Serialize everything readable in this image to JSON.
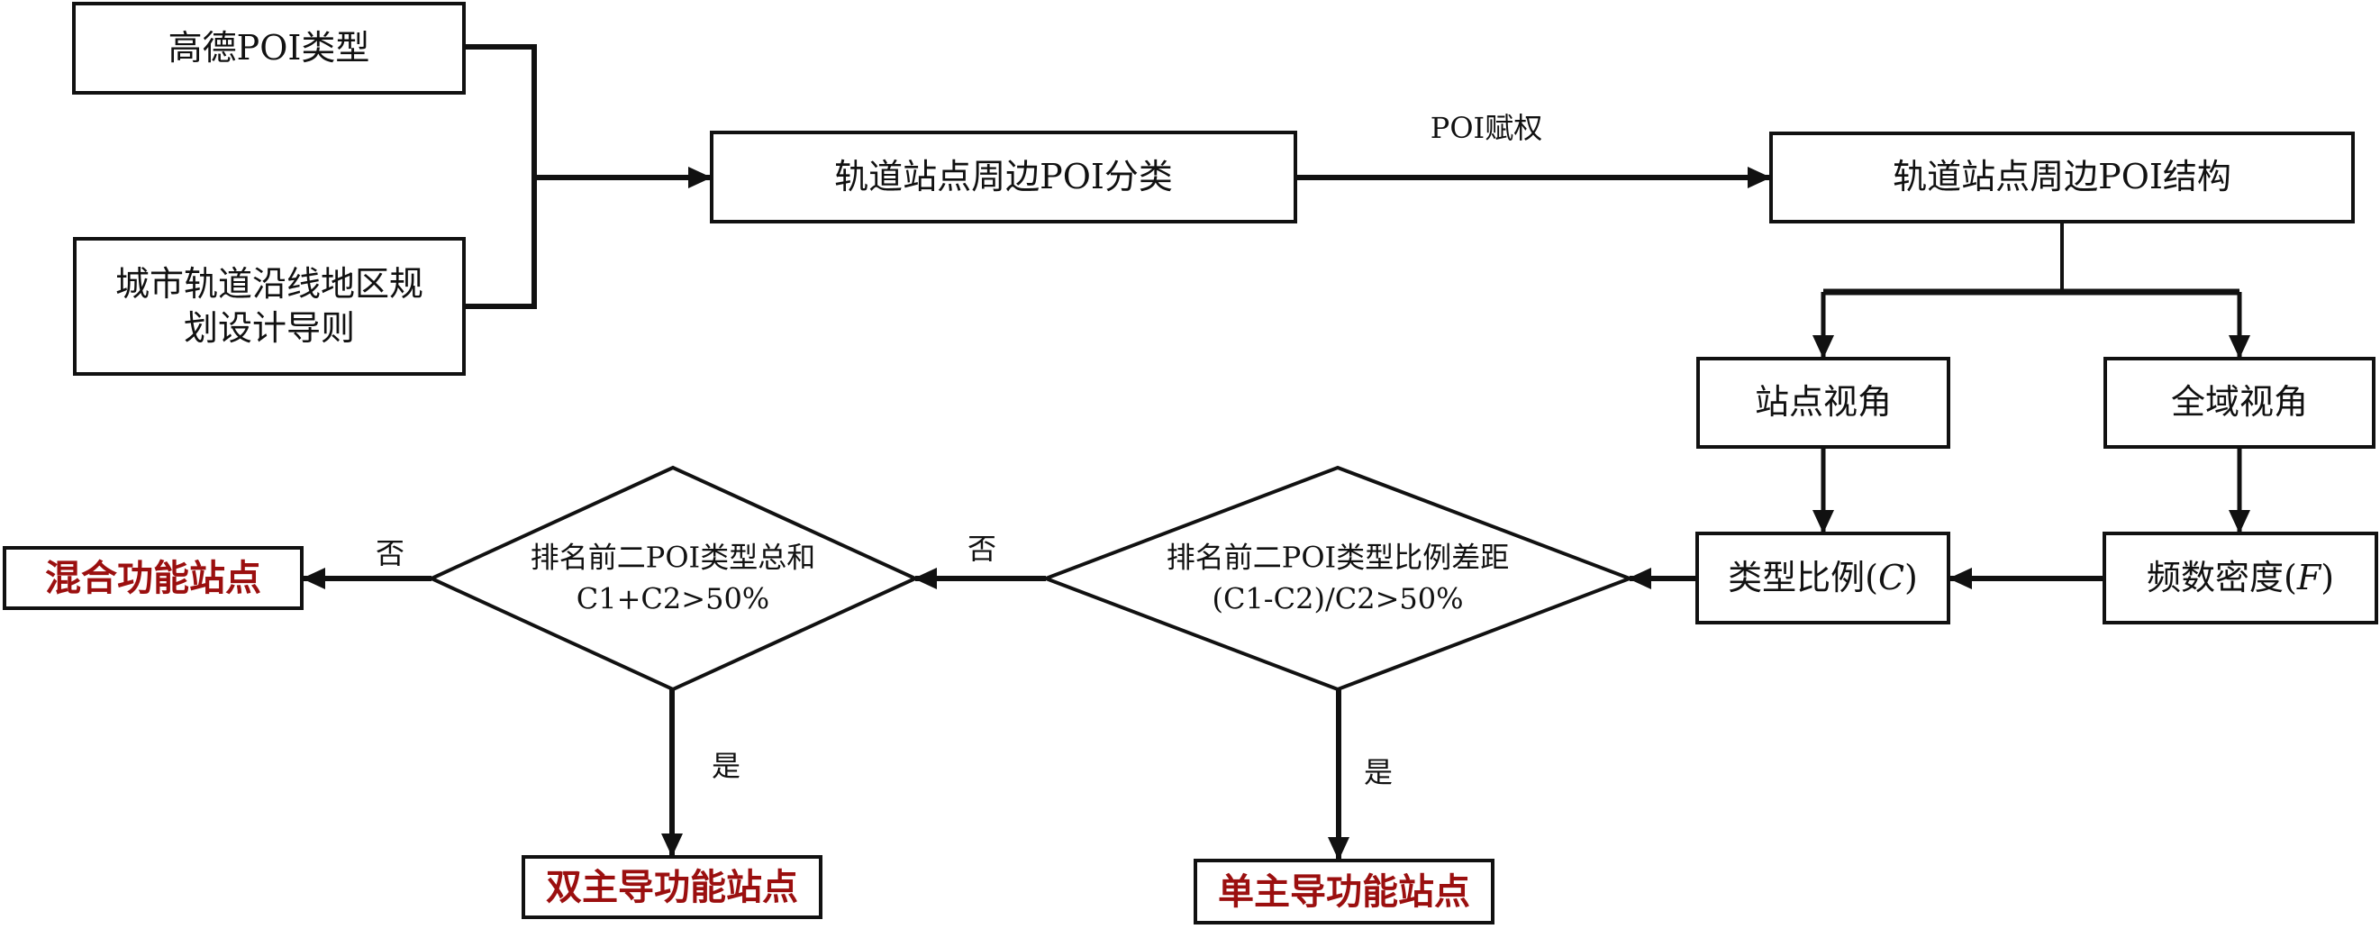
{
  "nodes": {
    "gaode_poi_types": "高德POI类型",
    "guideline_line1": "城市轨道沿线地区规",
    "guideline_line2": "划设计导则",
    "poi_classification": "轨道站点周边POI分类",
    "poi_structure": "轨道站点周边POI结构",
    "station_view": "站点视角",
    "global_view": "全域视角",
    "type_ratio_prefix": "类型比例(",
    "type_ratio_var": "C",
    "type_ratio_suffix": ")",
    "freq_density_prefix": "频数密度(",
    "freq_density_var": "F",
    "freq_density_suffix": ")",
    "mixed_station": "混合功能站点",
    "dual_station": "双主导功能站点",
    "single_station": "单主导功能站点"
  },
  "decisions": {
    "sum_check": {
      "line1": "排名前二POI类型总和",
      "line2": "C1+C2>50%"
    },
    "gap_check": {
      "line1": "排名前二POI类型比例差距",
      "line2": "(C1-C2)/C2>50%"
    }
  },
  "edge_labels": {
    "poi_weighting": "POI赋权",
    "no_1": "否",
    "no_2": "否",
    "yes_1": "是",
    "yes_2": "是"
  },
  "colors": {
    "line": "#111111",
    "result_text": "#9b0f0f"
  }
}
